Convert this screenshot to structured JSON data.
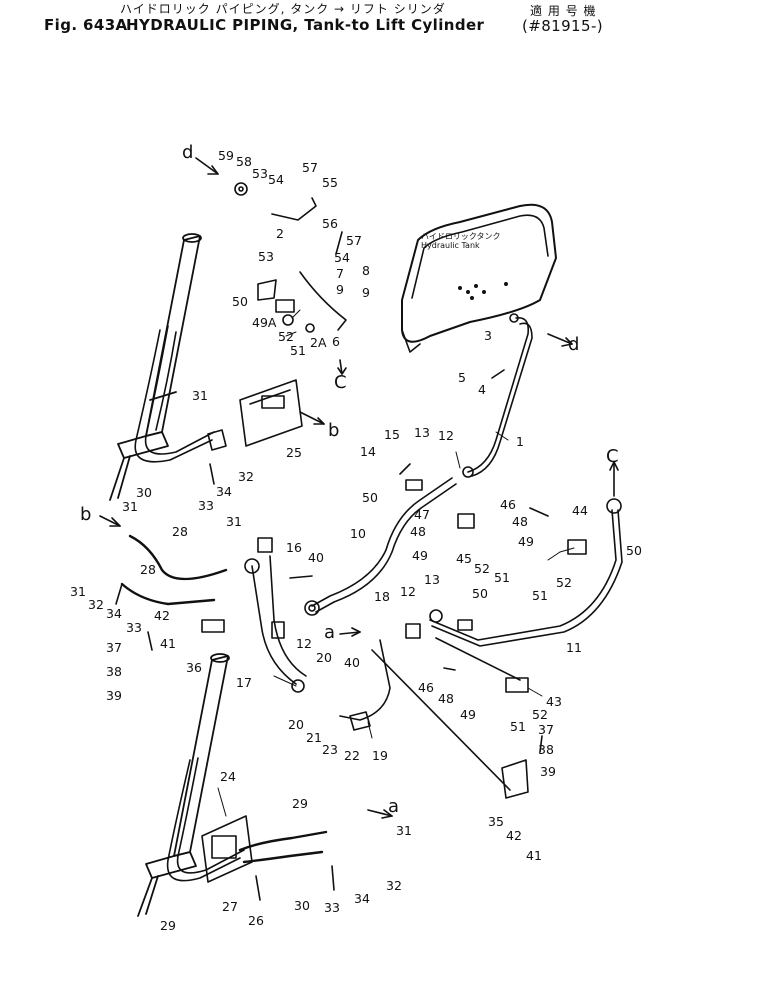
{
  "header": {
    "jp_title": "ハイドロリック パイピング, タンク → リフト シリンダ",
    "fig_label": "Fig. 643A",
    "en_title": "HYDRAULIC PIPING, Tank-to Lift Cylinder",
    "serial_label_jp": "適 用 号 機",
    "serial_range": "(#81915-)"
  },
  "tank": {
    "label_jp": "ハイドロリックタンク",
    "label_en": "Hydraulic Tank"
  },
  "callouts": [
    "59",
    "58",
    "53",
    "54",
    "57",
    "55",
    "56",
    "57",
    "2",
    "53",
    "54",
    "7",
    "8",
    "9",
    "9",
    "50",
    "49A",
    "52",
    "51",
    "2A",
    "6",
    "3",
    "5",
    "4",
    "1",
    "31",
    "25",
    "15",
    "13",
    "12",
    "14",
    "50",
    "10",
    "47",
    "48",
    "49",
    "46",
    "48",
    "49",
    "44",
    "45",
    "52",
    "51",
    "50",
    "51",
    "52",
    "11",
    "30",
    "33",
    "34",
    "32",
    "31",
    "28",
    "31",
    "28",
    "31",
    "32",
    "34",
    "33",
    "16",
    "40",
    "42",
    "41",
    "37",
    "38",
    "39",
    "36",
    "12",
    "18",
    "13",
    "12",
    "50",
    "40",
    "20",
    "17",
    "20",
    "21",
    "23",
    "22",
    "19",
    "46",
    "48",
    "49",
    "52",
    "51",
    "43",
    "37",
    "38",
    "39",
    "35",
    "42",
    "41",
    "24",
    "29",
    "31",
    "26",
    "27",
    "30",
    "29",
    "33",
    "34",
    "32"
  ],
  "letters": [
    "d",
    "d",
    "C",
    "C",
    "b",
    "b",
    "a",
    "a"
  ]
}
